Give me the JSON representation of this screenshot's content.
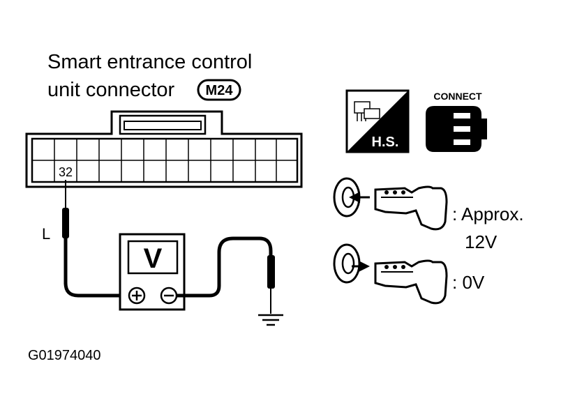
{
  "title_line1": "Smart entrance control",
  "title_line2": "unit connector",
  "connector_id": "M24",
  "pin_number": "32",
  "wire_color": "L",
  "meter_label": "V",
  "hs_label": "H.S.",
  "connect_label": "CONNECT",
  "key_on_result_line1": ": Approx.",
  "key_on_result_line2": "12V",
  "key_off_result": ": 0V",
  "figure_id": "G01974040"
}
